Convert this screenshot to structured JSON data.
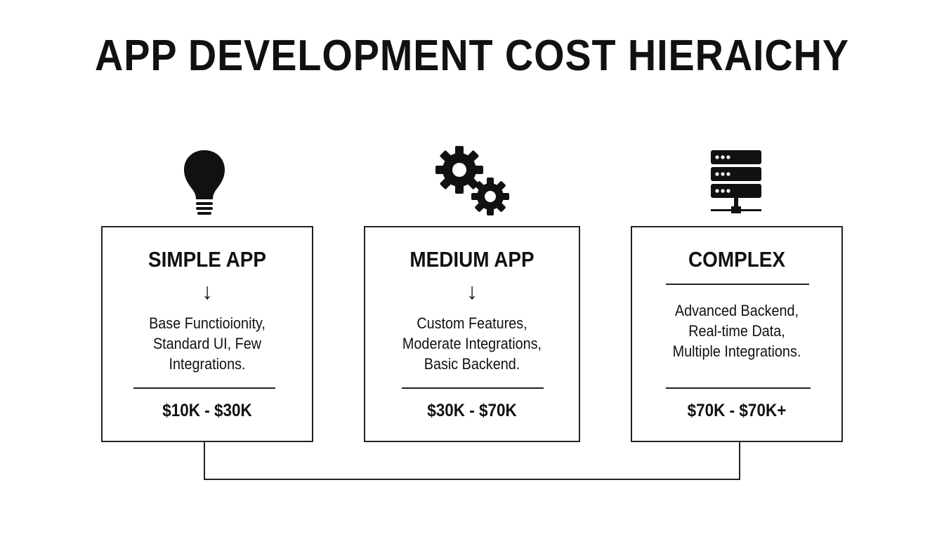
{
  "title": "APP DEVELOPMENT COST HIERAICHY",
  "tiers": [
    {
      "name": "SIMPLE APP",
      "icon": "lightbulb-icon",
      "arrow": "↓",
      "description": [
        "Base Functioionity,",
        "Standard UI, Few",
        "Integrations."
      ],
      "price": "$10K - $30K"
    },
    {
      "name": "MEDIUM APP",
      "icon": "gears-icon",
      "arrow": "↓",
      "description": [
        "Custom Features,",
        "Moderate Integrations,",
        "Basic Backend."
      ],
      "price": "$30K - $70K"
    },
    {
      "name": "COMPLEX",
      "icon": "server-icon",
      "description": [
        "Advanced Backend,",
        "Real-time Data,",
        "Multiple Integrations."
      ],
      "price": "$70K - $70K+"
    }
  ]
}
